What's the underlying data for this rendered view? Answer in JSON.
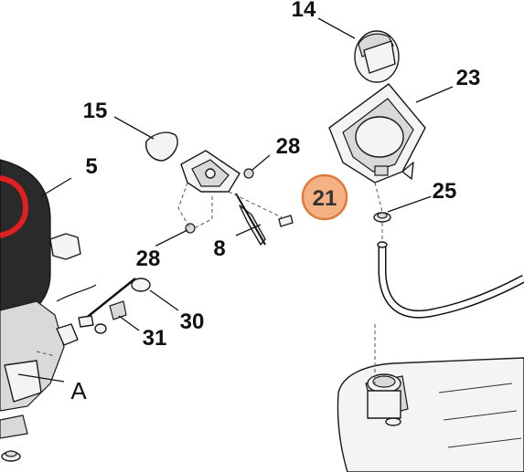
{
  "diagram": {
    "callouts": [
      {
        "id": "14",
        "label": "14"
      },
      {
        "id": "23",
        "label": "23"
      },
      {
        "id": "15",
        "label": "15"
      },
      {
        "id": "28a",
        "label": "28"
      },
      {
        "id": "5",
        "label": "5"
      },
      {
        "id": "21",
        "label": "21",
        "highlighted": true
      },
      {
        "id": "25",
        "label": "25"
      },
      {
        "id": "28b",
        "label": "28"
      },
      {
        "id": "8",
        "label": "8"
      },
      {
        "id": "30",
        "label": "30"
      },
      {
        "id": "31",
        "label": "31"
      },
      {
        "id": "A",
        "label": "A"
      }
    ],
    "colors": {
      "highlight_fill": "#f4b183",
      "highlight_stroke": "#e07a3a",
      "engine_accent": "#e02020",
      "line": "#111111"
    }
  }
}
